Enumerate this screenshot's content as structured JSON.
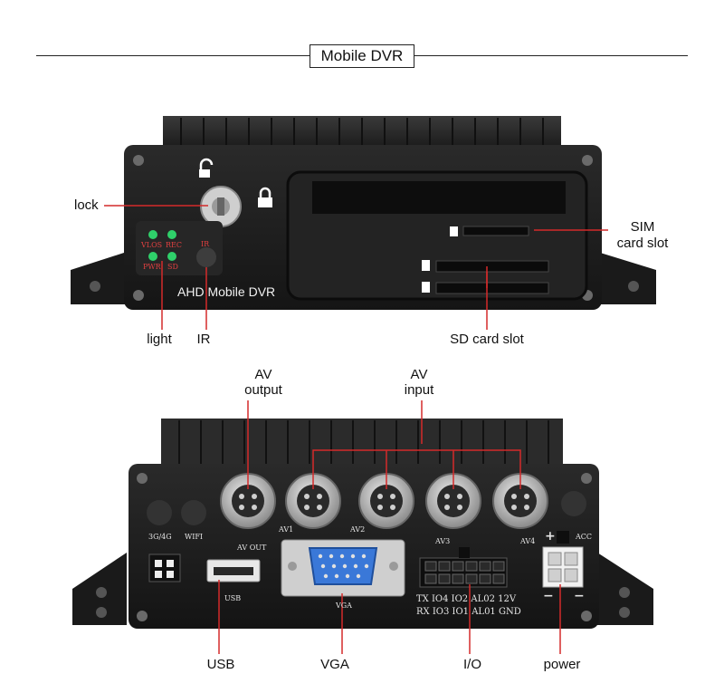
{
  "title": "Mobile DVR",
  "front": {
    "brand_label": "AHD Mobile DVR",
    "leds": [
      "VLOS",
      "REC",
      "PWR",
      "SD"
    ],
    "ir": "IR",
    "callouts": {
      "lock": "lock",
      "light": "light",
      "ir": "IR",
      "sim_line1": "SIM",
      "sim_line2": "card slot",
      "sd": "SD card slot"
    }
  },
  "rear": {
    "port_labels": {
      "g3g4": "3G/4G",
      "wifi": "WIFI",
      "av_out": "AV OUT",
      "av1": "AV1",
      "av2": "AV2",
      "av3": "AV3",
      "av4": "AV4",
      "acc": "ACC",
      "usb": "USB",
      "vga": "VGA",
      "io_row1": "TX IO4 IO2 AL02 12V",
      "io_row2": "RX IO3 IO1 AL01 GND",
      "plus": "+",
      "minus_left": "−",
      "minus_right": "−"
    },
    "callouts": {
      "av_output_line1": "AV",
      "av_output_line2": "output",
      "av_input_line1": "AV",
      "av_input_line2": "input",
      "usb": "USB",
      "vga": "VGA",
      "io": "I/O",
      "power": "power"
    }
  },
  "colors": {
    "callout_line": "#d42a2a",
    "device_body": "#1c1c1c",
    "led_green": "#2fd06a",
    "vga_blue": "#3a78d8"
  }
}
